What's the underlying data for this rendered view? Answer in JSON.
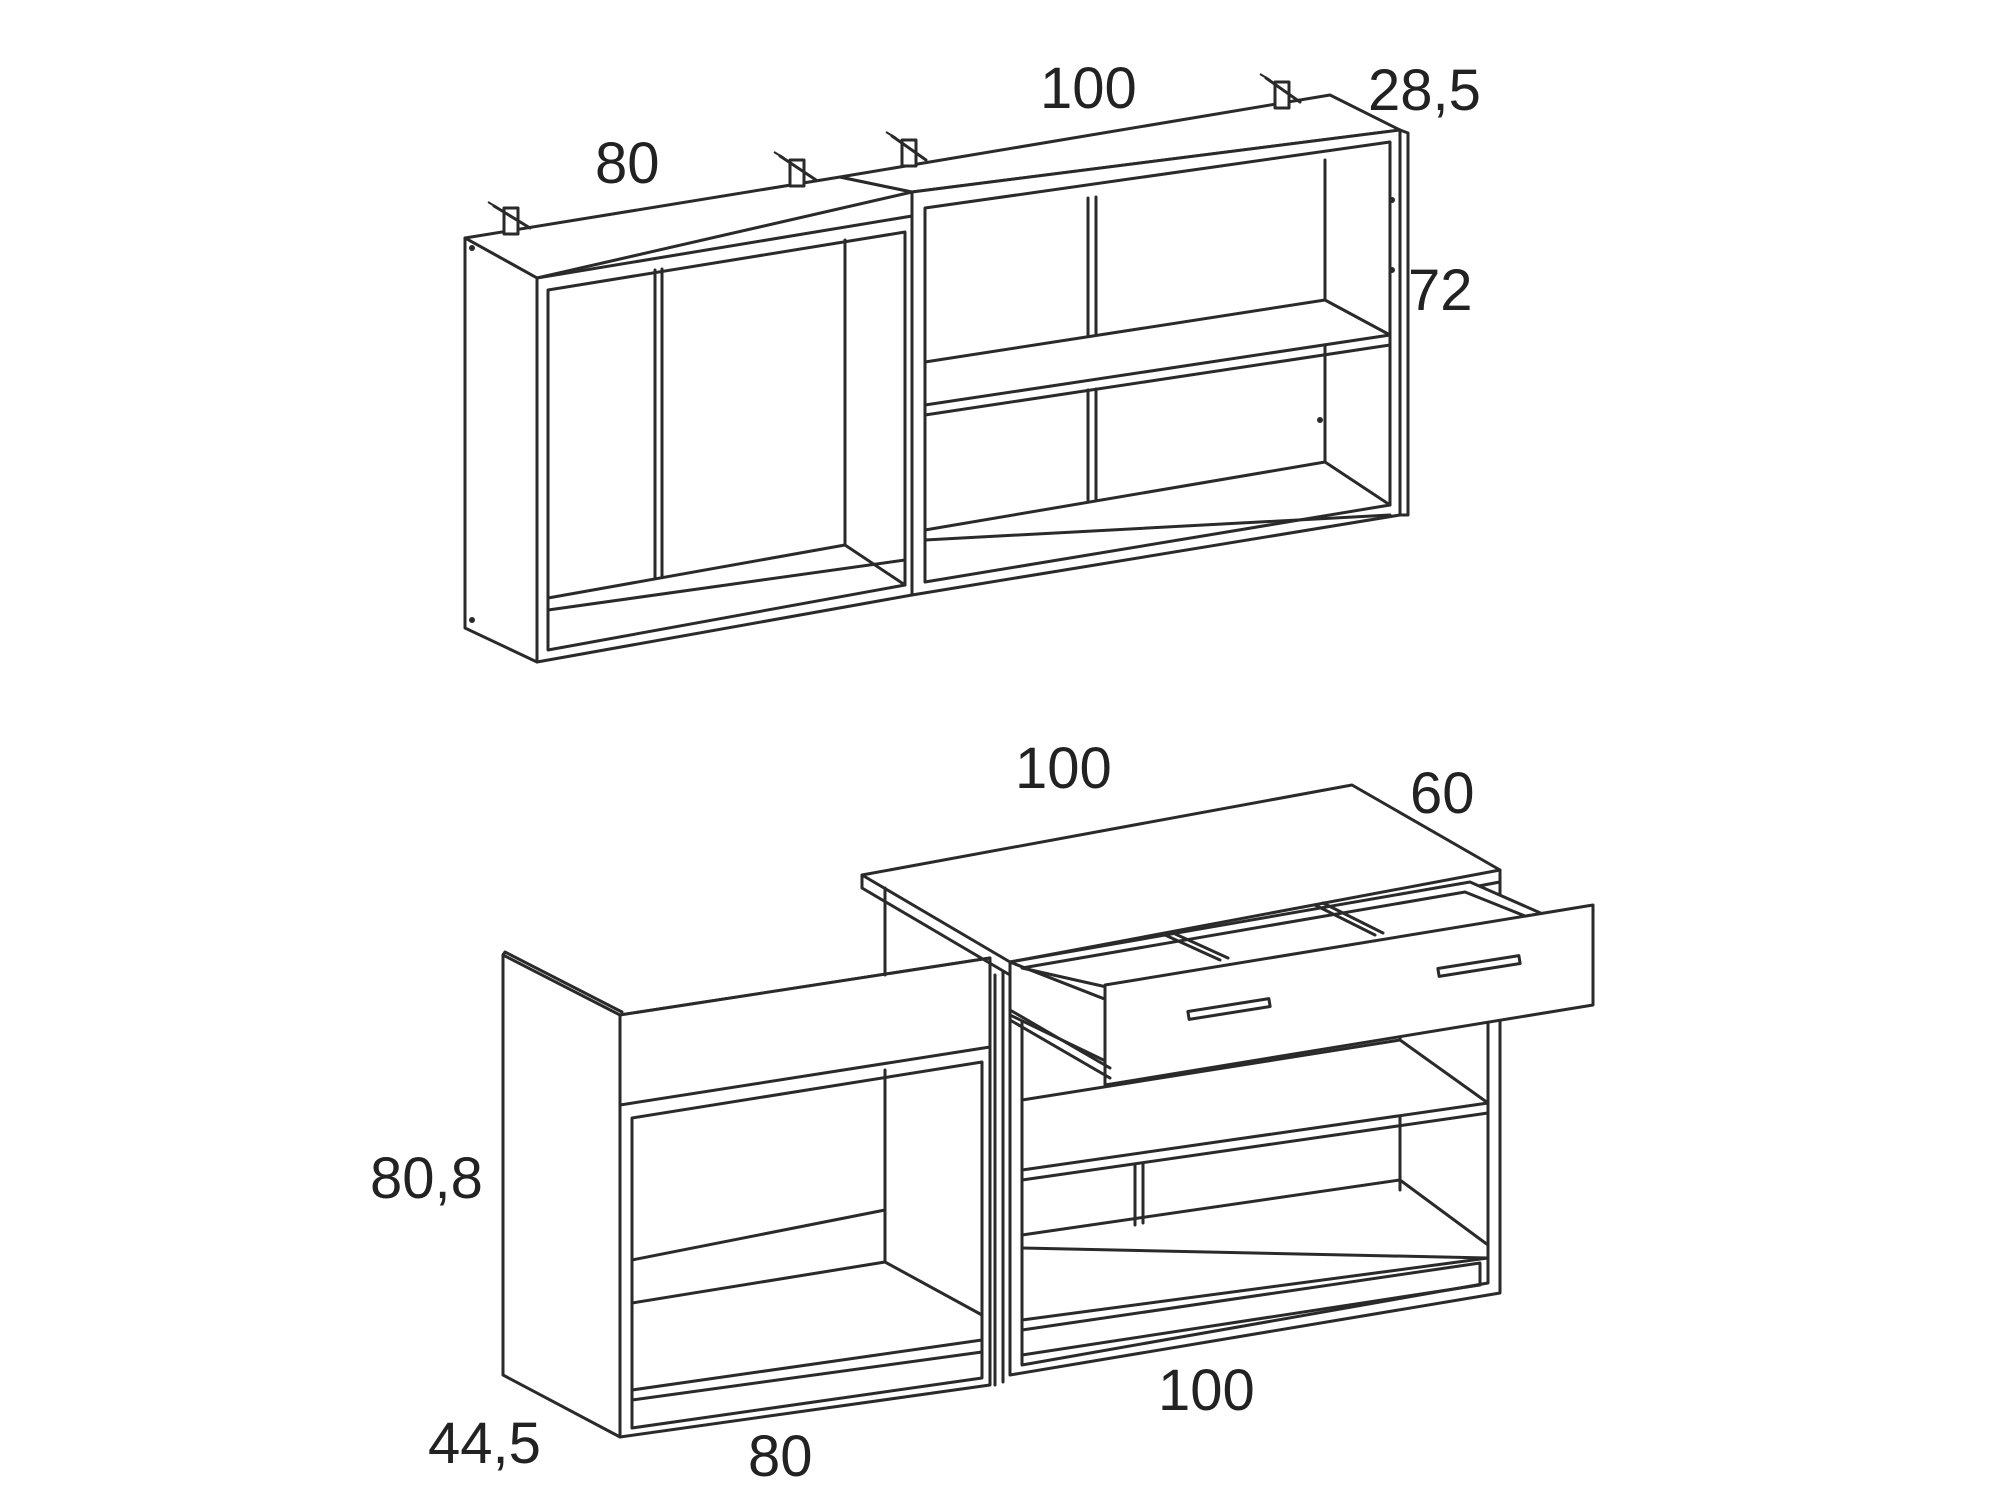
{
  "upper": {
    "left_width": "80",
    "right_width": "100",
    "depth": "28,5",
    "height": "72"
  },
  "lower": {
    "top_width": "100",
    "top_depth": "60",
    "height": "80,8",
    "depth": "44,5",
    "left_width": "80",
    "right_width": "100"
  }
}
